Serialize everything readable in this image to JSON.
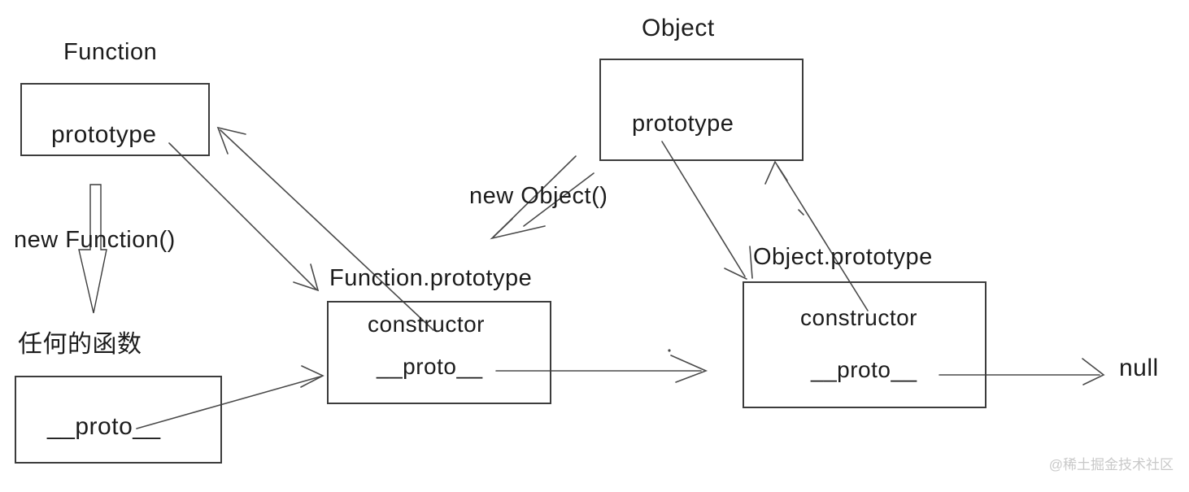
{
  "diagram": {
    "function_box": {
      "title": "Function",
      "field_prototype": "prototype"
    },
    "new_function_text": "new Function()",
    "any_function_box": {
      "title": "任何的函数",
      "field_proto": "__proto__"
    },
    "function_prototype_box": {
      "title": "Function.prototype",
      "field_constructor": "constructor",
      "field_proto": "__proto__"
    },
    "object_box": {
      "title": "Object",
      "field_prototype": "prototype"
    },
    "new_object_text": "new Object()",
    "object_prototype_box": {
      "title": "Object.prototype",
      "field_constructor": "constructor",
      "field_proto": "__proto__"
    },
    "null_text": "null",
    "watermark": "@稀土掘金技术社区",
    "colors": {
      "background": "#ffffff",
      "stroke": "#3c3c3c",
      "text": "#1c1c1c",
      "watermark": "#c9c9c9"
    }
  }
}
